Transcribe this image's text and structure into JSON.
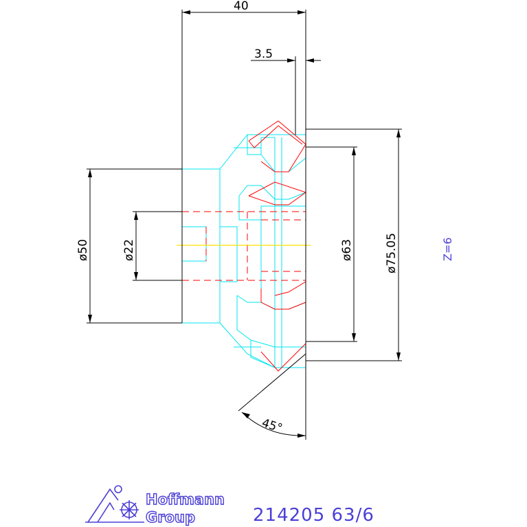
{
  "dimensions": {
    "width_total": "40",
    "offset": "3.5",
    "bore_diameter": "ø22",
    "hub_diameter": "ø50",
    "inner_diameter": "ø63",
    "outer_diameter": "ø75.05",
    "angle": "45°"
  },
  "note": {
    "teeth": "Z=6"
  },
  "footer": {
    "logo_line1": "Hoffmann",
    "logo_line2": "Group",
    "part_code": "214205  63/6"
  },
  "colors": {
    "dimension": "#000000",
    "outline": "#00e5f0",
    "hidden": "#ff0000",
    "center": "#ffe100",
    "annotation": "#4b3fd6"
  }
}
